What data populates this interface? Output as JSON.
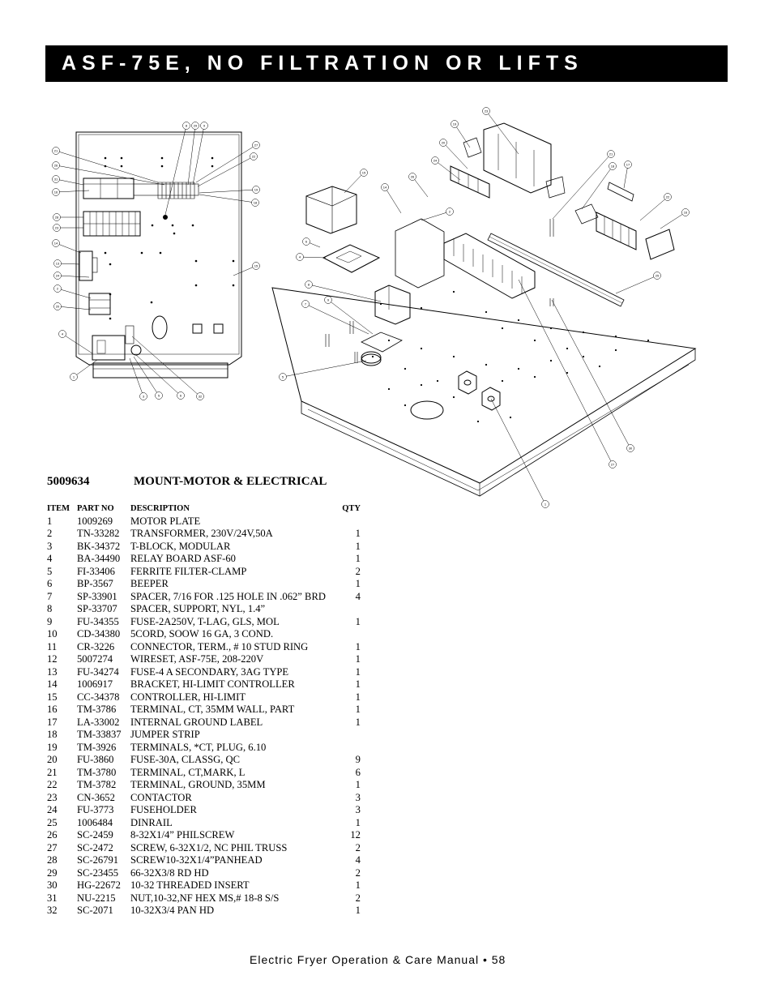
{
  "page": {
    "title": "ASF-75E, NO FILTRATION OR LIFTS",
    "footer": "Electric Fryer Operation & Care Manual • 58"
  },
  "assembly": {
    "part_no": "5009634",
    "name": "MOUNT-MOTOR & ELECTRICAL"
  },
  "parts_table": {
    "headers": {
      "item": "ITEM",
      "part_no": "PART NO",
      "description": "DESCRIPTION",
      "qty": "QTY"
    },
    "rows": [
      {
        "item": "1",
        "part_no": "1009269",
        "description": "MOTOR PLATE",
        "qty": ""
      },
      {
        "item": "2",
        "part_no": "TN-33282",
        "description": "TRANSFORMER, 230V/24V,50A",
        "qty": "1"
      },
      {
        "item": "3",
        "part_no": "BK-34372",
        "description": "T-BLOCK, MODULAR",
        "qty": "1"
      },
      {
        "item": "4",
        "part_no": "BA-34490",
        "description": "RELAY BOARD ASF-60",
        "qty": "1"
      },
      {
        "item": "5",
        "part_no": "FI-33406",
        "description": "FERRITE FILTER-CLAMP",
        "qty": "2"
      },
      {
        "item": "6",
        "part_no": "BP-3567",
        "description": "BEEPER",
        "qty": "1"
      },
      {
        "item": "7",
        "part_no": "SP-33901",
        "description": "SPACER, 7/16 FOR .125 HOLE IN .062” BRD",
        "qty": "4"
      },
      {
        "item": "8",
        "part_no": "SP-33707",
        "description": "SPACER, SUPPORT, NYL, 1.4”",
        "qty": ""
      },
      {
        "item": "9",
        "part_no": "FU-34355",
        "description": "FUSE-2A250V, T-LAG, GLS, MOL",
        "qty": "1"
      },
      {
        "item": "10",
        "part_no": "CD-34380",
        "description": "5CORD, SOOW 16 GA, 3 COND.",
        "qty": ""
      },
      {
        "item": "11",
        "part_no": "CR-3226",
        "description": "CONNECTOR, TERM., # 10 STUD RING",
        "qty": "1"
      },
      {
        "item": "12",
        "part_no": "5007274",
        "description": "WIRESET, ASF-75E, 208-220V",
        "qty": "1"
      },
      {
        "item": "13",
        "part_no": "FU-34274",
        "description": "FUSE-4 A SECONDARY, 3AG TYPE",
        "qty": "1"
      },
      {
        "item": "14",
        "part_no": "1006917",
        "description": "BRACKET, HI-LIMIT CONTROLLER",
        "qty": "1"
      },
      {
        "item": "15",
        "part_no": "CC-34378",
        "description": "CONTROLLER, HI-LIMIT",
        "qty": "1"
      },
      {
        "item": "16",
        "part_no": "TM-3786",
        "description": "TERMINAL, CT, 35MM WALL, PART",
        "qty": "1"
      },
      {
        "item": "17",
        "part_no": "LA-33002",
        "description": "INTERNAL GROUND LABEL",
        "qty": "1"
      },
      {
        "item": "18",
        "part_no": "TM-33837",
        "description": "JUMPER STRIP",
        "qty": ""
      },
      {
        "item": "19",
        "part_no": "TM-3926",
        "description": "TERMINALS, *CT, PLUG, 6.10",
        "qty": ""
      },
      {
        "item": "20",
        "part_no": "FU-3860",
        "description": "FUSE-30A, CLASSG, QC",
        "qty": "9"
      },
      {
        "item": "21",
        "part_no": "TM-3780",
        "description": "TERMINAL, CT,MARK, L",
        "qty": "6"
      },
      {
        "item": "22",
        "part_no": "TM-3782",
        "description": "TERMINAL, GROUND, 35MM",
        "qty": "1"
      },
      {
        "item": "23",
        "part_no": "CN-3652",
        "description": "CONTACTOR",
        "qty": "3"
      },
      {
        "item": "24",
        "part_no": "FU-3773",
        "description": "FUSEHOLDER",
        "qty": "3"
      },
      {
        "item": "25",
        "part_no": "1006484",
        "description": "DINRAIL",
        "qty": "1"
      },
      {
        "item": "26",
        "part_no": "SC-2459",
        "description": "8-32X1/4” PHILSCREW",
        "qty": "12"
      },
      {
        "item": "27",
        "part_no": "SC-2472",
        "description": "SCREW, 6-32X1/2, NC PHIL TRUSS",
        "qty": "2"
      },
      {
        "item": "28",
        "part_no": "SC-26791",
        "description": "SCREW10-32X1/4”PANHEAD",
        "qty": "4"
      },
      {
        "item": "29",
        "part_no": "SC-23455",
        "description": "66-32X3/8 RD HD",
        "qty": "2"
      },
      {
        "item": "30",
        "part_no": "HG-22672",
        "description": "10-32 THREADED INSERT",
        "qty": "1"
      },
      {
        "item": "31",
        "part_no": "NU-2215",
        "description": "NUT,10-32,NF HEX MS,# 18-8 S/S",
        "qty": "2"
      },
      {
        "item": "32",
        "part_no": "SC-2071",
        "description": "10-32X3/4 PAN HD",
        "qty": "1"
      }
    ]
  },
  "diagram_callouts": {
    "left": [
      "21",
      "26",
      "31",
      "16",
      "28",
      "23",
      "14",
      "13",
      "24",
      "2",
      "20",
      "4",
      "1",
      "3",
      "5",
      "6",
      "32",
      "8",
      "29",
      "9",
      "27",
      "22",
      "19",
      "18",
      "15"
    ],
    "right": [
      "23",
      "19",
      "20",
      "24",
      "15",
      "26",
      "14",
      "2",
      "6",
      "4",
      "8",
      "7",
      "9",
      "5",
      "1",
      "27",
      "30",
      "25",
      "16",
      "22",
      "21",
      "18",
      "17"
    ]
  }
}
